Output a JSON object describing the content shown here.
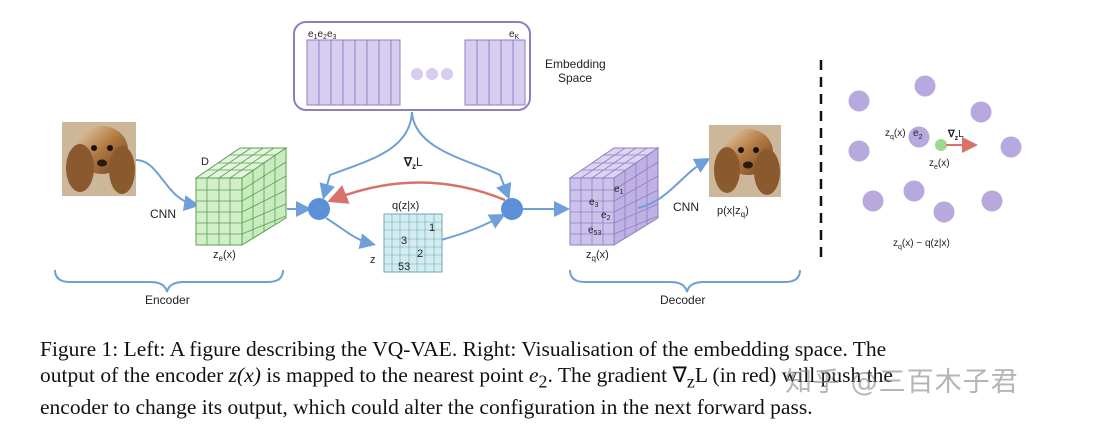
{
  "figure": {
    "embedding": {
      "e1": "e",
      "e1_sub": "1",
      "e2": "e",
      "e2_sub": "2",
      "e3": "e",
      "e3_sub": "3",
      "ek": "e",
      "ek_sub": "K",
      "label_line1": "Embedding",
      "label_line2": "Space"
    },
    "encoder": {
      "cnn": "CNN",
      "d": "D",
      "ze": "z",
      "ze_sub": "e",
      "ze_arg": "(x)",
      "group_label": "Encoder"
    },
    "grad": {
      "nabla": "∇",
      "sub": "z",
      "L": "L"
    },
    "posterior": {
      "title": "q(z|x)",
      "z": "z",
      "cell_1": "1",
      "cell_3": "3",
      "cell_2": "2",
      "cell_53": "53"
    },
    "decoder": {
      "e1": "e",
      "e1_sub": "1",
      "e3": "e",
      "e3_sub": "3",
      "e2": "e",
      "e2_sub": "2",
      "e53": "e",
      "e53_sub": "53",
      "zq": "z",
      "zq_sub": "q",
      "zq_arg": "(x)",
      "cnn": "CNN",
      "pxz": "p(x|z",
      "pxz_sub": "q",
      "pxz_close": ")",
      "group_label": "Decoder"
    },
    "right": {
      "zq": "z",
      "zq_sub": "q",
      "zq_arg": "(x)",
      "e2": "e",
      "e2_sub": "2",
      "nabla": "∇",
      "nabla_sub": "z",
      "L": "L",
      "ze": "z",
      "ze_sub": "e",
      "ze_arg": "(x)",
      "bottom": "z",
      "bottom_sub": "q",
      "bottom_rest": "(x) ~ q(z|x)"
    },
    "colors": {
      "purple": "#c9bfe8",
      "purple_stroke": "#8e7fc4",
      "green": "#d2eecb",
      "blue_node": "#5b8fd8",
      "arrow_blue": "#6f9fd8",
      "arrow_red": "#d9706a",
      "dot": "#b7a8de",
      "green_dot": "#9fd88f"
    }
  },
  "caption": {
    "line1": "Figure 1: Left: A figure describing the VQ-VAE. Right: Visualisation of the embedding space. The",
    "line2_a": "output of the encoder ",
    "line2_math1": "z(x)",
    "line2_b": " is mapped to the nearest point ",
    "line2_math2": "e",
    "line2_math2_sub": "2",
    "line2_c": ". The gradient ∇",
    "line2_c_sub": "z",
    "line2_d": "L (in red) will push the",
    "line3": "encoder to change its output, which could alter the configuration in the next forward pass."
  },
  "watermark": "知乎 @三百木子君"
}
